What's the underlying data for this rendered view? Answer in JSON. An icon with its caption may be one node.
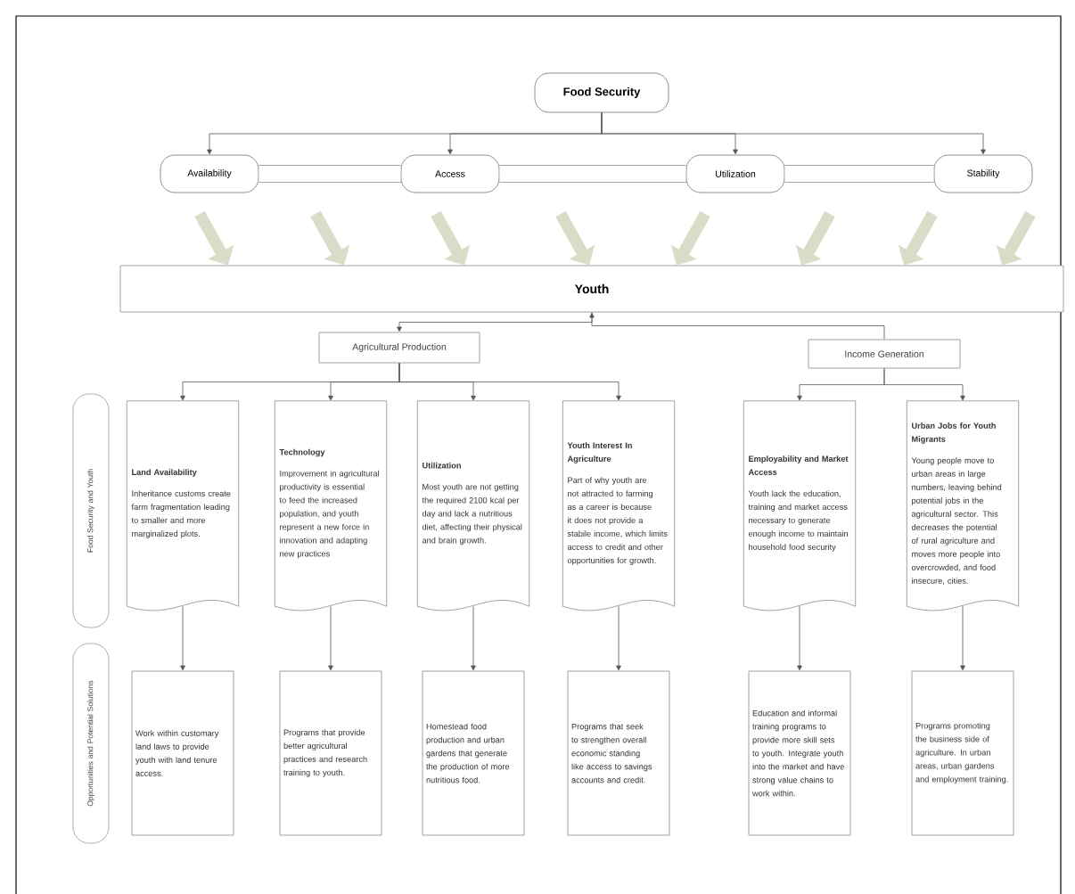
{
  "diagram": {
    "nodes": [
      {
        "text": [
          "Food Security"
        ]
      },
      {
        "text": [
          "Availability"
        ]
      },
      {
        "text": [
          "Access"
        ]
      },
      {
        "text": [
          "Utilization"
        ]
      },
      {
        "text": [
          "Stability"
        ]
      },
      {
        "text": [
          "Youth"
        ]
      },
      {
        "text": [
          "Agricultural Production"
        ]
      },
      {
        "text": [
          "Income Generation"
        ]
      },
      {
        "text": [
          "Food Security and Youth"
        ]
      },
      {
        "text": [
          "Land Availability",
          "Inheritance customs create farm fragmentation leading to smaller and more marginalized plots."
        ]
      },
      {
        "text": [
          "Technology",
          "Improvement in agricultural productivity is essential to feed the increased population, and youth represent a new force in innovation and adapting new practices"
        ]
      },
      {
        "text": [
          "Utilization",
          "Most youth are not getting the required 2100 kcal per day and lack a nutritious diet, affecting their physical and brain growth."
        ]
      },
      {
        "text": [
          "Youth Interest In Agriculture",
          "Part of why youth are not attracted to farming as a career is because it does not provide a stabile income, which limits access to credit and other opportunities for growth."
        ]
      },
      {
        "text": [
          "Employability and Market Access",
          "Youth lack the education, training and market access necessary to generate enough income to maintain household food security"
        ]
      },
      {
        "text": [
          "Urban Jobs for Youth Migrants",
          "Young people move to urban areas in large numbers, leaving behind potential jobs in the agricultural sector. This decreases the potential of rural agriculture and moves more people into overcrowded, and food insecure, cities."
        ]
      },
      {
        "text": [
          "Opportunities and Potential Solutions"
        ]
      },
      {
        "text": [
          "Work within customary land laws to provide youth with land tenure access."
        ]
      },
      {
        "text": [
          "Programs that provide better agricultural practices and research training to youth."
        ]
      },
      {
        "text": [
          "Homestead food production and urban gardens that generate the production of more nutritious food."
        ]
      },
      {
        "text": [
          "Programs that seek to strengthen overall economic standing like access to savings accounts and credit."
        ]
      },
      {
        "text": [
          "Education and informal training programs to provide more skill sets to youth. Integrate youth into the market and have strong value chains to work within."
        ]
      },
      {
        "text": [
          "Programs promoting the business side of agriculture. In urban areas, urban gardens and employment training."
        ]
      }
    ],
    "edges": [
      {
        "from": 0,
        "to": 1,
        "arrow": "to"
      },
      {
        "from": 0,
        "to": 2,
        "arrow": "to"
      },
      {
        "from": 0,
        "to": 3,
        "arrow": "to"
      },
      {
        "from": 0,
        "to": 4,
        "arrow": "to"
      },
      {
        "from": 1,
        "to": 2,
        "arrow": "none",
        "style": "thick"
      },
      {
        "from": 2,
        "to": 3,
        "arrow": "none",
        "style": "thick"
      },
      {
        "from": 3,
        "to": 4,
        "arrow": "none",
        "style": "thick"
      },
      {
        "from": null,
        "to": 5,
        "arrow": "to",
        "style": "thick",
        "color": "#d9ddc8"
      },
      {
        "from": null,
        "to": 5,
        "arrow": "to",
        "style": "thick",
        "color": "#d9ddc8"
      },
      {
        "from": null,
        "to": 5,
        "arrow": "to",
        "style": "thick",
        "color": "#d9ddc8"
      },
      {
        "from": null,
        "to": 5,
        "arrow": "to",
        "style": "thick",
        "color": "#d9ddc8"
      },
      {
        "from": null,
        "to": 5,
        "arrow": "to",
        "style": "thick",
        "color": "#d9ddc8"
      },
      {
        "from": null,
        "to": 5,
        "arrow": "to",
        "style": "thick",
        "color": "#d9ddc8"
      },
      {
        "from": null,
        "to": 5,
        "arrow": "to",
        "style": "thick",
        "color": "#d9ddc8"
      },
      {
        "from": null,
        "to": 5,
        "arrow": "to",
        "style": "thick",
        "color": "#d9ddc8"
      },
      {
        "from": 5,
        "to": 6,
        "arrow": "to"
      },
      {
        "from": 7,
        "to": 5,
        "arrow": "to"
      },
      {
        "from": 6,
        "to": 9,
        "arrow": "to"
      },
      {
        "from": 6,
        "to": 10,
        "arrow": "to"
      },
      {
        "from": 6,
        "to": 11,
        "arrow": "to"
      },
      {
        "from": 6,
        "to": 12,
        "arrow": "to"
      },
      {
        "from": 7,
        "to": 13,
        "arrow": "to"
      },
      {
        "from": 7,
        "to": 14,
        "arrow": "to"
      },
      {
        "from": 9,
        "to": 16,
        "arrow": "to"
      },
      {
        "from": 10,
        "to": 17,
        "arrow": "to"
      },
      {
        "from": 11,
        "to": 18,
        "arrow": "to"
      },
      {
        "from": 12,
        "to": 19,
        "arrow": "to"
      },
      {
        "from": 13,
        "to": 20,
        "arrow": "to"
      },
      {
        "from": 14,
        "to": 21,
        "arrow": "to"
      }
    ]
  }
}
